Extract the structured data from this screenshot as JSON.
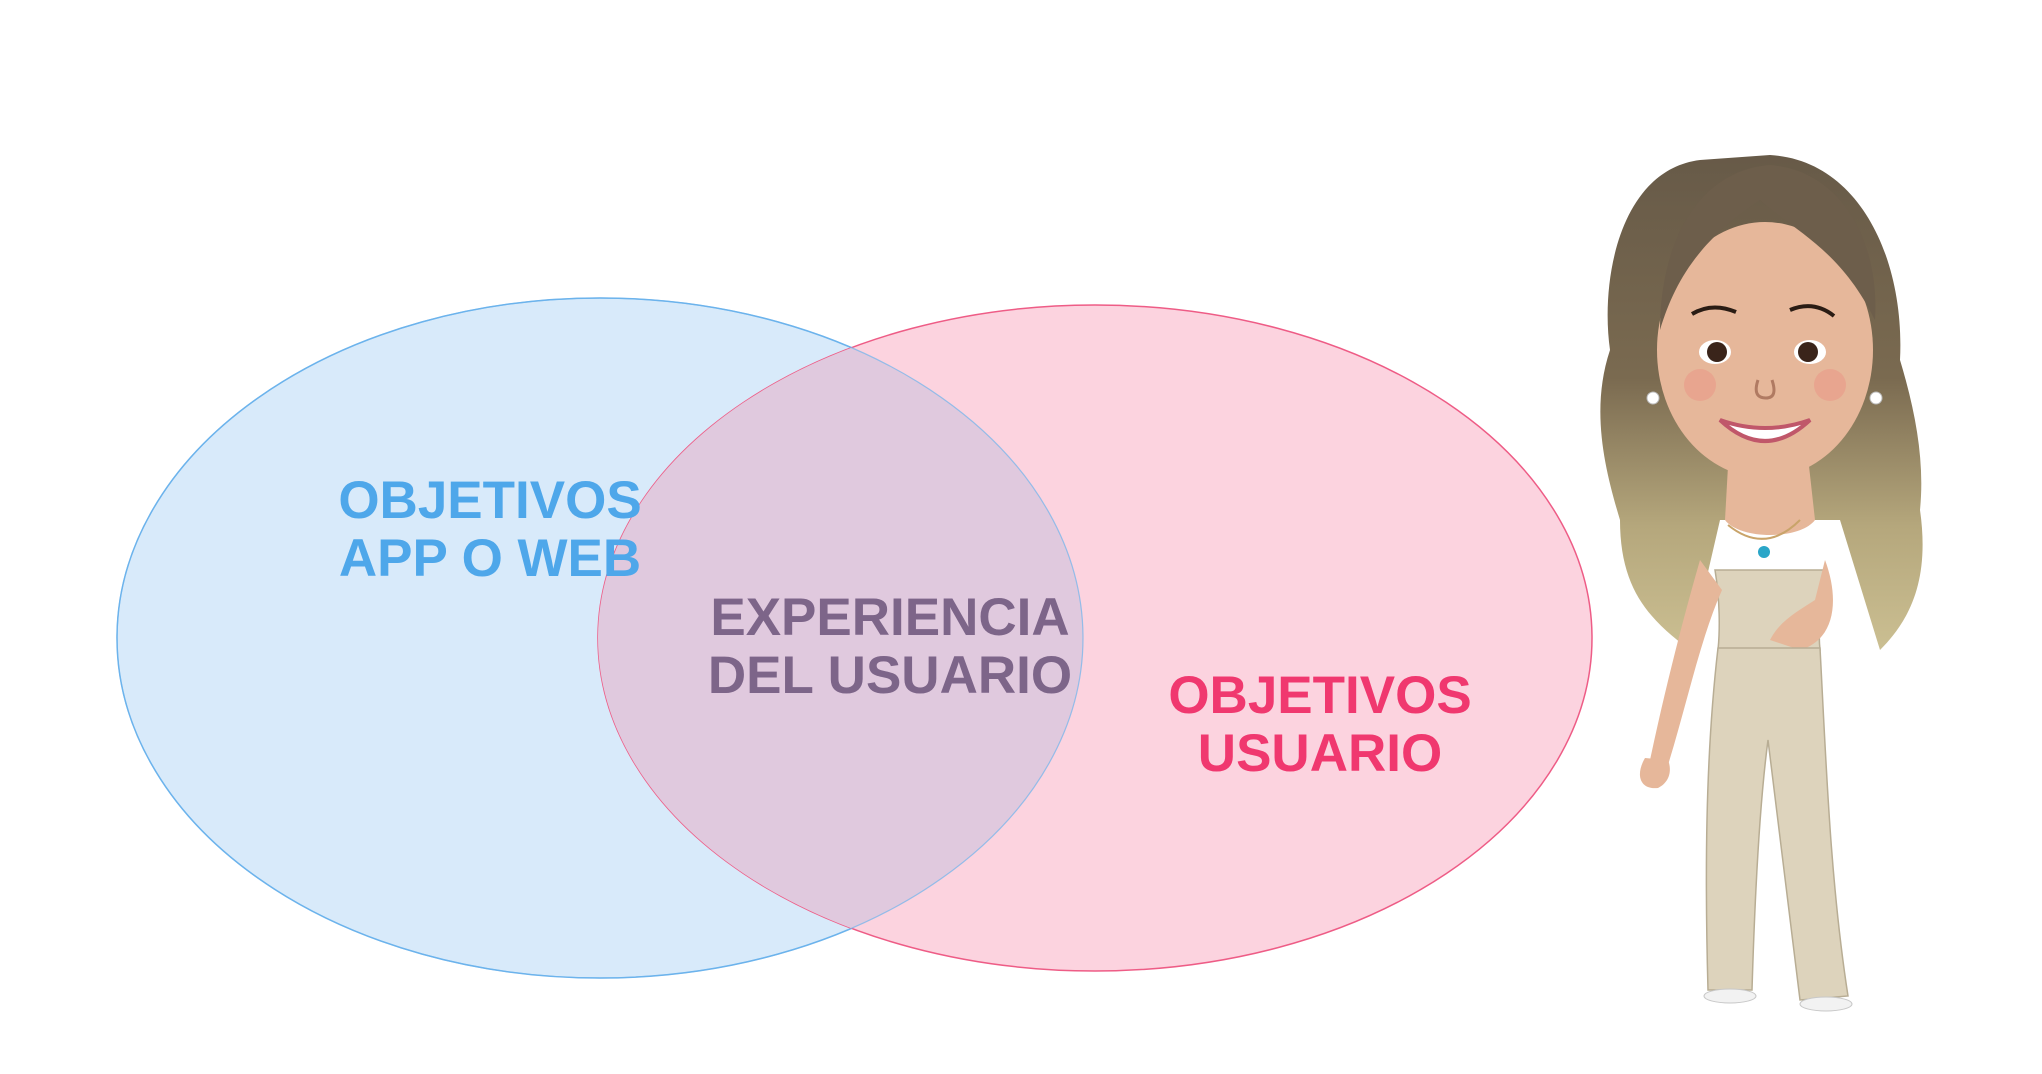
{
  "diagram": {
    "type": "venn",
    "left_set": {
      "lines": [
        "OBJETIVOS",
        "APP O WEB"
      ],
      "fill": "#d8eafa",
      "stroke": "#6cb3ec",
      "text_color": "#4ea7ea"
    },
    "right_set": {
      "lines": [
        "OBJETIVOS",
        "USUARIO"
      ],
      "fill": "#fcd3df",
      "stroke": "#ee5c86",
      "text_color": "#f0386f"
    },
    "intersection": {
      "lines": [
        "EXPERIENCIA",
        "DEL USUARIO"
      ],
      "fill": "#e0c9de",
      "text_color": "#7d6589"
    }
  },
  "illustration": {
    "name": "cartoon-woman",
    "hair_color": "#6d5e4b",
    "skin_color": "#e6b79a",
    "outfit_color": "#ddd3bc"
  }
}
